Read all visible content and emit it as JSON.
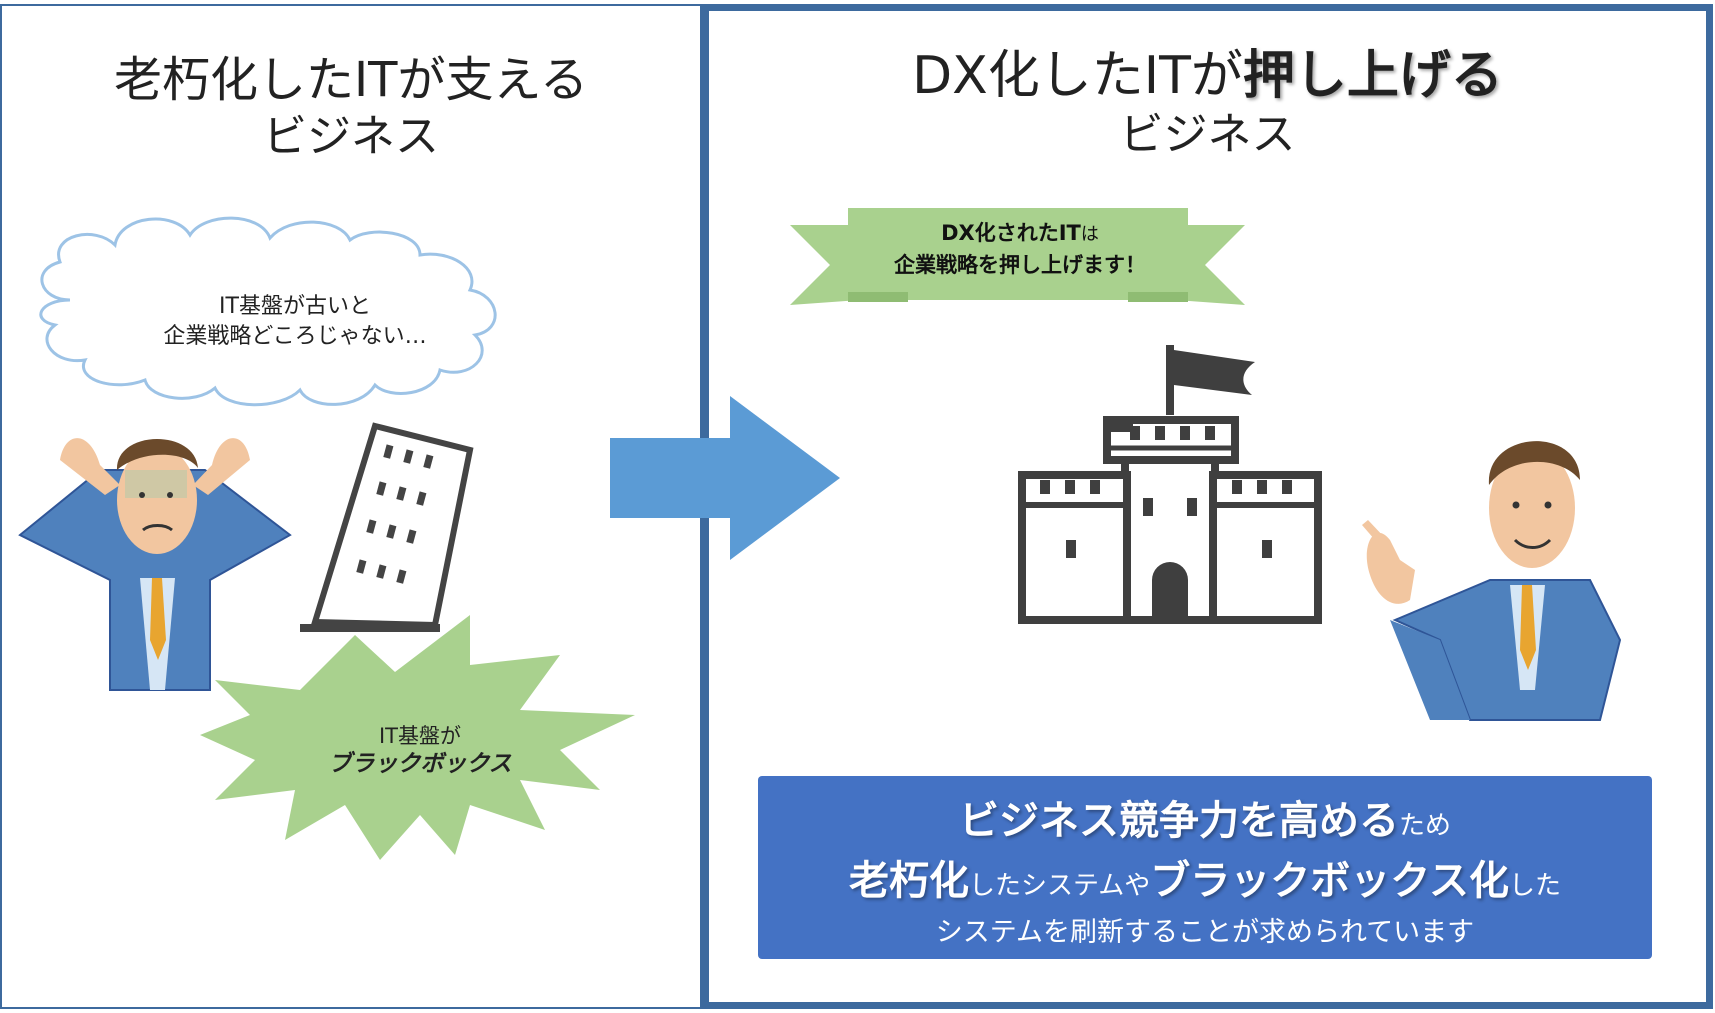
{
  "left": {
    "title_main": "老朽化したITが支える",
    "title_sub": "ビジネス",
    "cloud_line1": "IT基盤が古いと",
    "cloud_line2": "企業戦略どころじゃない…",
    "burst_line1": "IT基盤が",
    "burst_line2": "ブラックボックス"
  },
  "right": {
    "title_main_plain": "DX化したITが",
    "title_main_bold": "押し上げる",
    "title_sub": "ビジネス",
    "ribbon_line1_bold": "DX化されたIT",
    "ribbon_line1_small": "は",
    "ribbon_line2": "企業戦略を押し上げます！"
  },
  "message": {
    "line1_bold": "ビジネス競争力を高める",
    "line1_small": "ため",
    "line2_bold1": "老朽化",
    "line2_small1": "したシステムや",
    "line2_bold2": "ブラックボックス化",
    "line2_small2": "した",
    "line3": "システムを刷新することが求められています"
  },
  "colors": {
    "border": "#3d6a9e",
    "arrow": "#5b9bd5",
    "cloud_outline": "#9dc3e6",
    "green": "#a9d18e",
    "message_bg": "#4472c4",
    "icon_gray": "#3f3f3f",
    "suit": "#4f81bd",
    "tie": "#e8a530"
  }
}
